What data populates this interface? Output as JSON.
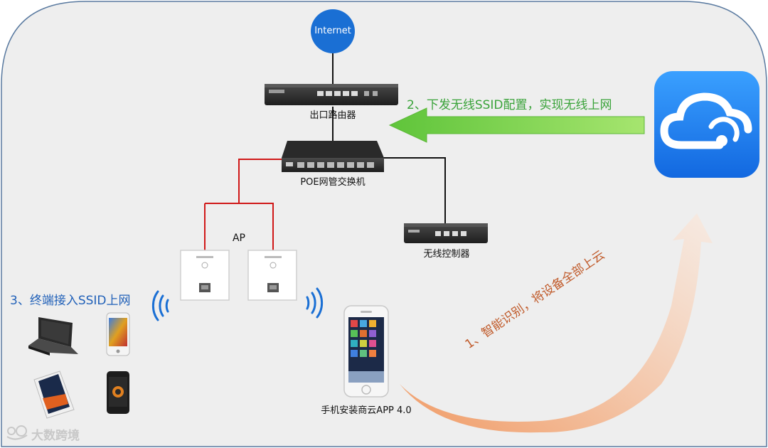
{
  "colors": {
    "background_panel": "#eeeeee",
    "panel_border": "#5a7aa0",
    "internet_circle": "#1a6fd4",
    "cloud_app": "#1a7cf0",
    "green_arrow": "#7cd24a",
    "orange_arrow": "#f6c9a8",
    "poe_link": "#d01818",
    "wired_link": "#111111",
    "wifi_signal": "#1a6fd4"
  },
  "nodes": {
    "internet": "Internet",
    "exit_router": "出口路由器",
    "poe_switch": "POE网管交换机",
    "ap_group": "AP",
    "wireless_controller": "无线控制器",
    "phone_app": "手机安装商云APP 4.0"
  },
  "steps": {
    "step1": "1、智能识别，将设备全部上云",
    "step2": "2、下发无线SSID配置，实现无线上网",
    "step3": "3、终端接入SSID上网"
  },
  "icons": {
    "cloud_app": "cloud-wifi-app-icon",
    "wifi_signal": "wifi-signal-icon",
    "laptop": "laptop-icon",
    "tablet": "tablet-icon",
    "phone": "smartphone-icon"
  },
  "watermark": "大数跨境"
}
